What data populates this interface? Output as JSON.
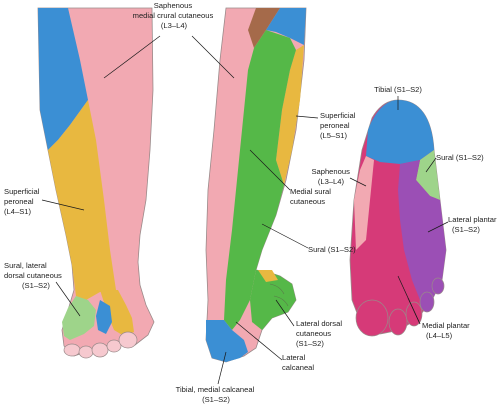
{
  "colors": {
    "saphenous": "#f2a9b2",
    "superficial_peroneal": "#e8b840",
    "tibial": "#3b8fd4",
    "sural": "#55b848",
    "sural_light": "#9ed48a",
    "medial_plantar": "#d63a78",
    "lateral_plantar": "#9b4fb5",
    "deep_peroneal_brown": "#a56a4a",
    "skin": "#f6c9cf"
  },
  "labels": {
    "saphenous_top": [
      "Saphenous",
      "medial crural cutaneous",
      "(L3–L4)"
    ],
    "superficial_peroneal_left": [
      "Superficial",
      "peroneal",
      "(L4–S1)"
    ],
    "sural_lateral_dorsal": [
      "Sural, lateral",
      "dorsal cutaneous",
      "(S1–S2)"
    ],
    "superficial_peroneal_mid": [
      "Superficial",
      "peroneal",
      "(L5–S1)"
    ],
    "medial_sural": [
      "Medial sural",
      "cutaneous"
    ],
    "sural_mid": [
      "Sural (S1–S2)"
    ],
    "lateral_dorsal": [
      "Lateral dorsal",
      "cutaneous",
      "(S1–S2)"
    ],
    "lateral_calcaneal": [
      "Lateral",
      "calcaneal"
    ],
    "tibial_medial_calcaneal": [
      "Tibial, medial calcaneal",
      "(S1–S2)"
    ],
    "tibial_sole": [
      "Tibial (S1–S2)"
    ],
    "saphenous_sole": [
      "Saphenous",
      "(L3–L4)"
    ],
    "sural_sole": [
      "Sural (S1–S2)"
    ],
    "lateral_plantar": [
      "Lateral plantar",
      "(S1–S2)"
    ],
    "medial_plantar": [
      "Medial plantar",
      "(L4–L5)"
    ]
  }
}
